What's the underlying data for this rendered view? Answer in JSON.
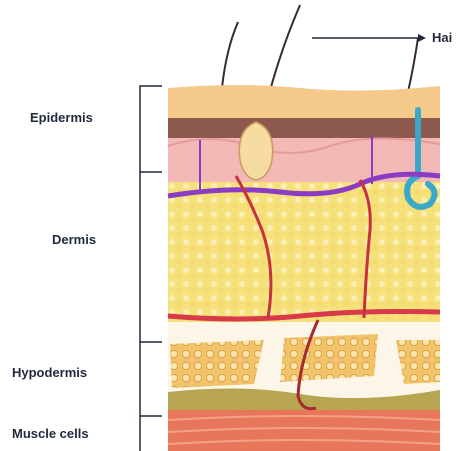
{
  "diagram": {
    "layers": [
      {
        "id": "epidermis",
        "label": "Epidermis"
      },
      {
        "id": "dermis",
        "label": "Dermis"
      },
      {
        "id": "hypodermis",
        "label": "Hypodermis"
      },
      {
        "id": "muscle",
        "label": "Muscle cells"
      }
    ],
    "callout": {
      "label": "Hai"
    },
    "colors": {
      "epidermis_top": "#f5c98a",
      "epidermis_band": "#8c5a4e",
      "dermis_pink": "#f3b9b6",
      "dermis_yellow": "#f6e07a",
      "fat_cells": "#f0c26a",
      "hypodermis_olive": "#b8a552",
      "muscle": "#e8765a",
      "artery": "#d83a4a",
      "vein": "#8a3cc4",
      "gland": "#3aa8c8",
      "bracket": "#1f2a3a"
    }
  }
}
